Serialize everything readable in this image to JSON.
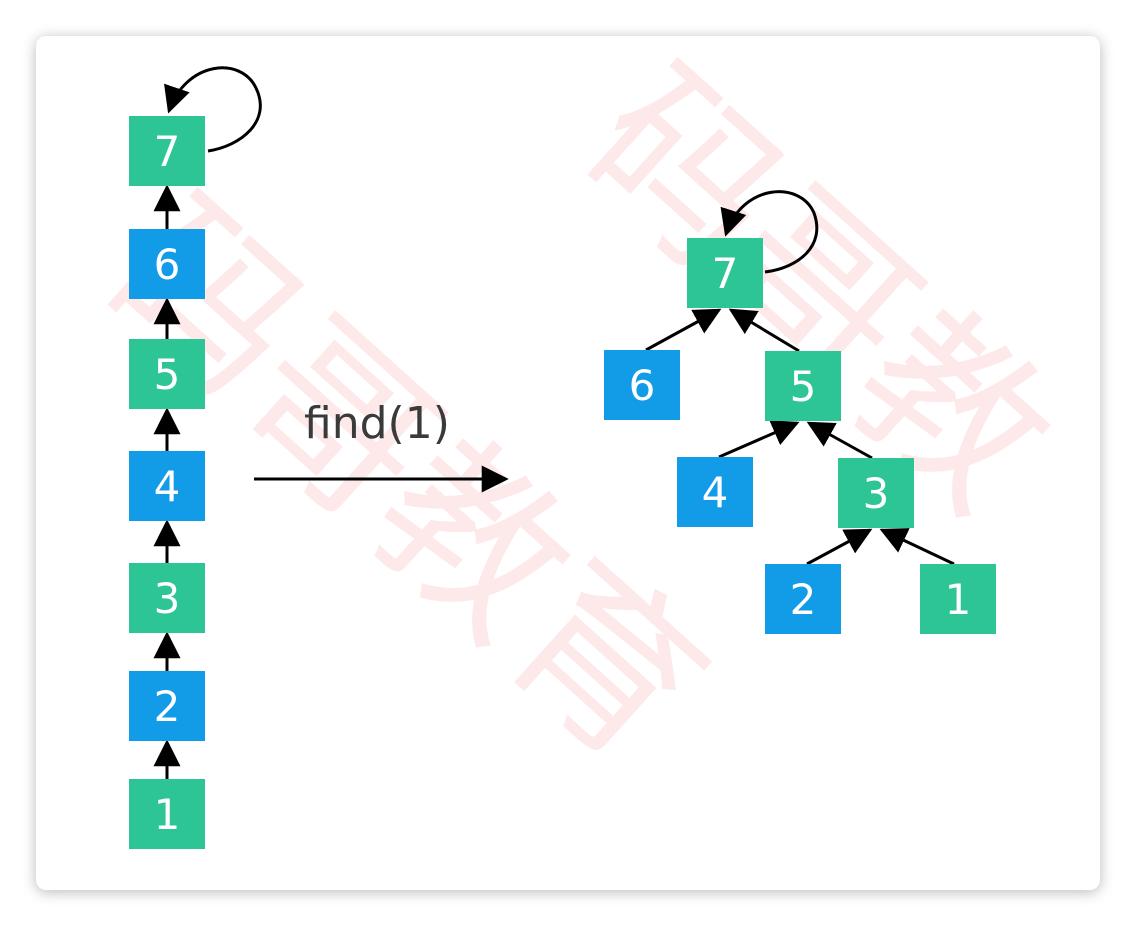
{
  "colors": {
    "green": "#2ec596",
    "blue": "#129ce8",
    "edge": "#000000",
    "watermark": "#f5a0a0"
  },
  "watermark": {
    "text_upper": "码哥教",
    "text_lower": "码哥教育"
  },
  "operation": {
    "label": "find(1)"
  },
  "before": {
    "nodes": [
      {
        "id": "7",
        "label": "7",
        "color": "green"
      },
      {
        "id": "6",
        "label": "6",
        "color": "blue"
      },
      {
        "id": "5",
        "label": "5",
        "color": "green"
      },
      {
        "id": "4",
        "label": "4",
        "color": "blue"
      },
      {
        "id": "3",
        "label": "3",
        "color": "green"
      },
      {
        "id": "2",
        "label": "2",
        "color": "blue"
      },
      {
        "id": "1",
        "label": "1",
        "color": "green"
      }
    ],
    "edges": [
      [
        "6",
        "7"
      ],
      [
        "5",
        "6"
      ],
      [
        "4",
        "5"
      ],
      [
        "3",
        "4"
      ],
      [
        "2",
        "3"
      ],
      [
        "1",
        "2"
      ]
    ],
    "self_loop": "7"
  },
  "after": {
    "nodes": [
      {
        "id": "7",
        "label": "7",
        "color": "green"
      },
      {
        "id": "6",
        "label": "6",
        "color": "blue"
      },
      {
        "id": "5",
        "label": "5",
        "color": "green"
      },
      {
        "id": "4",
        "label": "4",
        "color": "blue"
      },
      {
        "id": "3",
        "label": "3",
        "color": "green"
      },
      {
        "id": "2",
        "label": "2",
        "color": "blue"
      },
      {
        "id": "1",
        "label": "1",
        "color": "green"
      }
    ],
    "edges": [
      [
        "6",
        "7"
      ],
      [
        "5",
        "7"
      ],
      [
        "4",
        "5"
      ],
      [
        "3",
        "5"
      ],
      [
        "2",
        "3"
      ],
      [
        "1",
        "3"
      ]
    ],
    "self_loop": "7"
  }
}
